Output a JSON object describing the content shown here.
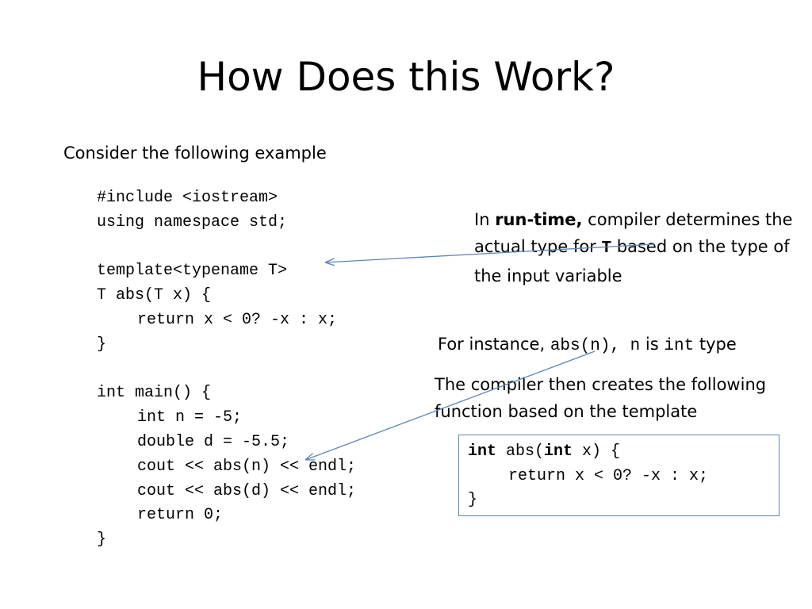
{
  "slide": {
    "title": "How Does this Work?",
    "intro": "Consider the following example"
  },
  "code": {
    "lines": [
      "#include <iostream>",
      "using namespace std;",
      "",
      "template<typename T>",
      "T abs(T x) {",
      "return x < 0? -x : x;",
      "}",
      "",
      "int main() {",
      "int n = -5;",
      "double d = -5.5;",
      "cout << abs(n) << endl;",
      "cout << abs(d) << endl;",
      "return 0;",
      "}"
    ]
  },
  "note1": {
    "prefix": "In ",
    "bold": "run-time,",
    "mid": " compiler determines the actual type for ",
    "type": "T",
    "suffix": " based on the type of the input variable"
  },
  "note2": {
    "prefix": "For instance, ",
    "call": "abs(n), n",
    "mid": " is ",
    "type": "int",
    "suffix": " type"
  },
  "note3": {
    "text": "The compiler then creates the following function based on the template"
  },
  "generated": {
    "kw1": "int",
    "sig": " abs(",
    "kw2": "int",
    "sig_end": " x) {",
    "body": "return x < 0? -x : x;",
    "close": "}"
  },
  "colors": {
    "arrow": "#5b87b5",
    "box_border": "#5b87b5"
  }
}
